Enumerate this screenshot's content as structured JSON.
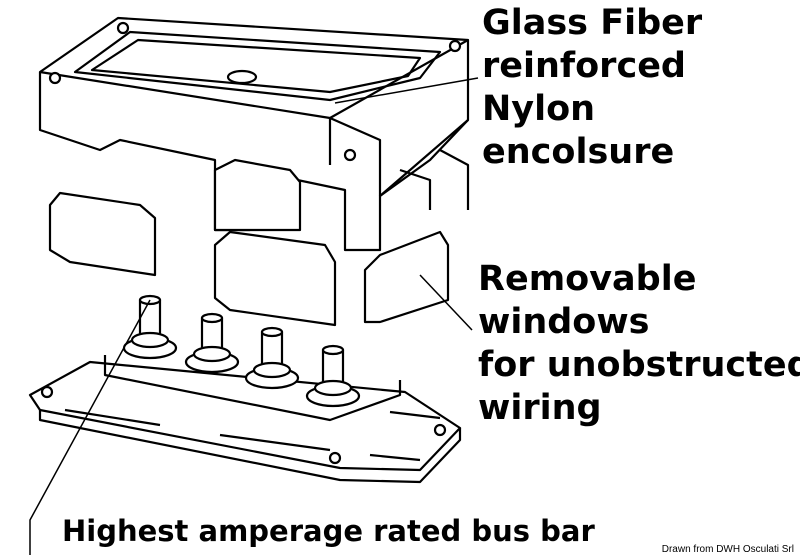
{
  "labels": {
    "enclosure": [
      "Glass Fiber",
      "reinforced",
      "Nylon",
      "encolsure"
    ],
    "windows": [
      "Removable",
      "windows",
      "for unobstructed",
      "wiring"
    ],
    "busbar": "Highest amperage rated bus bar"
  },
  "credit": "Drawn from DWH Osculati Srl"
}
